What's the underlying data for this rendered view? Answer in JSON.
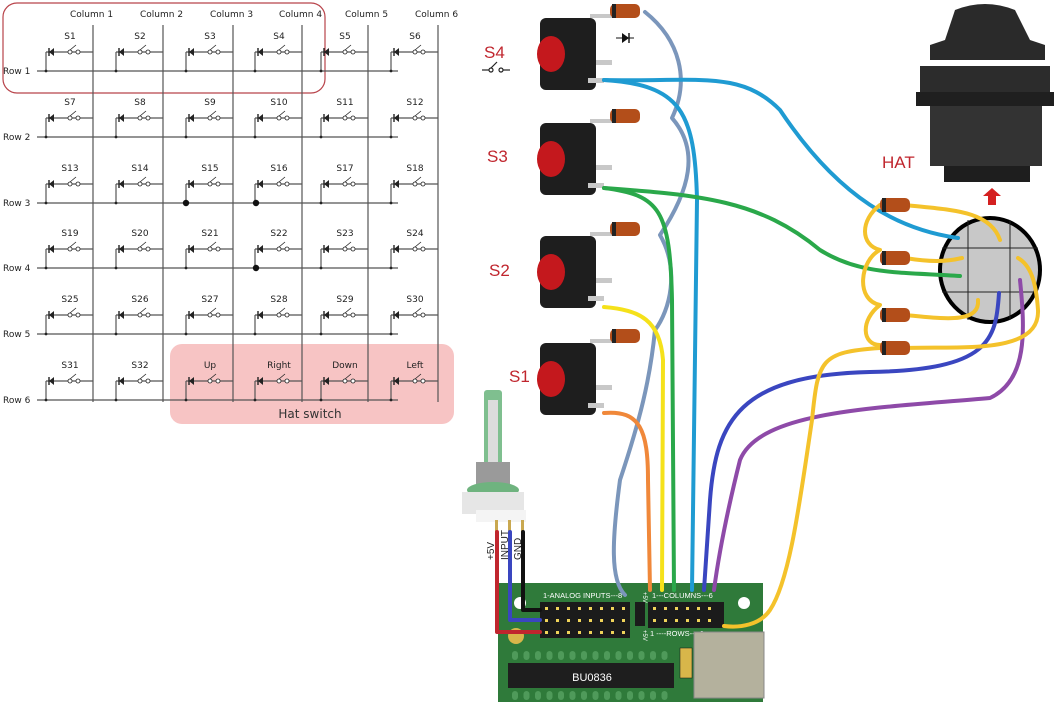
{
  "matrix": {
    "columns": [
      "Column 1",
      "Column 2",
      "Column 3",
      "Column 4",
      "Column 5",
      "Column 6"
    ],
    "rows": [
      "Row 1",
      "Row 2",
      "Row 3",
      "Row 4",
      "Row 5",
      "Row 6"
    ],
    "switches": [
      [
        "S1",
        "S2",
        "S3",
        "S4",
        "S5",
        "S6"
      ],
      [
        "S7",
        "S8",
        "S9",
        "S10",
        "S11",
        "S12"
      ],
      [
        "S13",
        "S14",
        "S15",
        "S16",
        "S17",
        "S18"
      ],
      [
        "S19",
        "S20",
        "S21",
        "S22",
        "S23",
        "S24"
      ],
      [
        "S25",
        "S26",
        "S27",
        "S28",
        "S29",
        "S30"
      ],
      [
        "S31",
        "S32",
        "Up",
        "Right",
        "Down",
        "Left"
      ]
    ],
    "hat_group_label": "Hat switch",
    "highlight_colors": {
      "row1_outline": "#b8434a",
      "hat_fill": "#f7c4c4"
    }
  },
  "wiring": {
    "button_labels": [
      "S4",
      "S3",
      "S2",
      "S1"
    ],
    "hat_label": "HAT",
    "pot_labels": [
      "+5V",
      "INPUT",
      "GND"
    ],
    "board": {
      "chip_label": "BU0836",
      "analog_header_label": "1-ANALOG INPUTS---8",
      "columns_header_label": "1---COLUMNS---6",
      "rows_header_label": "1 ----ROWS----6",
      "plus5v_label": "+5V"
    },
    "wire_colors": {
      "slate": "#7b96bb",
      "cyan": "#1f9bd2",
      "green": "#2aa84a",
      "yellow": "#f5e11a",
      "gold": "#f4c22b",
      "orange": "#f0883a",
      "blue": "#3a46c0",
      "purple": "#8e4aa8",
      "red": "#c0262e",
      "black": "#111111",
      "board_green": "#2f7a3a"
    }
  }
}
